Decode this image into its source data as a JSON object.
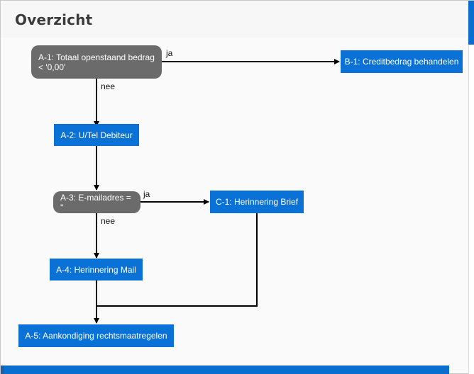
{
  "header": {
    "title": "Overzicht"
  },
  "nodes": {
    "a1": {
      "label": "A-1: Totaal openstaand bedrag < '0,00'"
    },
    "b1": {
      "label": "B-1: Creditbedrag behandelen"
    },
    "a2": {
      "label": "A-2: U/Tel Debiteur"
    },
    "a3": {
      "label": "A-3: E-mailadres = ''"
    },
    "c1": {
      "label": "C-1: Herinnering Brief"
    },
    "a4": {
      "label": "A-4: Herinnering Mail"
    },
    "a5": {
      "label": "A-5: Aankondiging rechtsmaatregelen"
    }
  },
  "edges": {
    "a1_b1": "ja",
    "a1_a2": "nee",
    "a3_c1": "ja",
    "a3_a4": "nee"
  },
  "colors": {
    "action": "#0a72d6",
    "decision": "#6b6b6b",
    "accent": "#0a6ecf",
    "line": "#000000"
  }
}
